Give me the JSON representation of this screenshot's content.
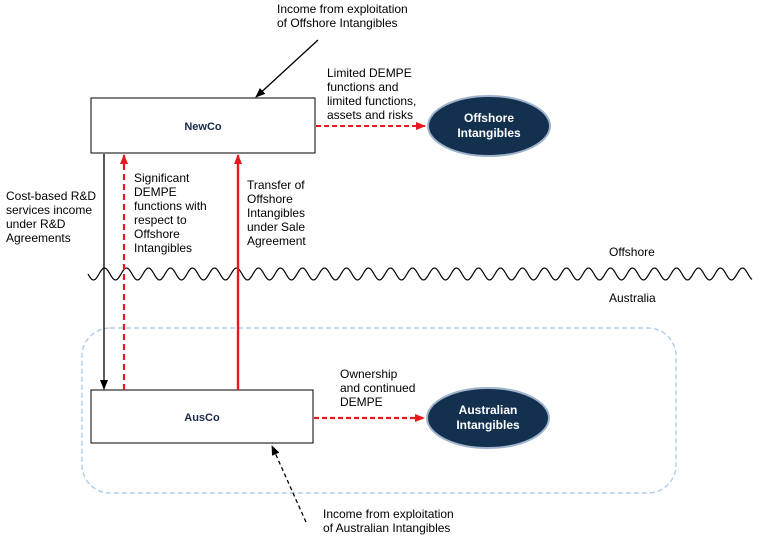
{
  "entities": {
    "newco": {
      "label": "NewCo"
    },
    "ausco": {
      "label": "AusCo"
    },
    "offshore_intangibles": {
      "lines": [
        "Offshore",
        "Intangibles"
      ]
    },
    "australian_intangibles": {
      "lines": [
        "Australian",
        "Intangibles"
      ]
    }
  },
  "annotations": {
    "income_offshore": [
      "Income from exploitation",
      "of Offshore Intangibles"
    ],
    "limited_dempe": [
      "Limited DEMPE",
      "functions and",
      "limited functions,",
      "assets and risks"
    ],
    "cost_based": [
      "Cost-based R&D",
      "services income",
      "under R&D",
      "Agreements"
    ],
    "significant_dempe": [
      "Significant",
      "DEMPE",
      "functions with",
      "respect to",
      "Offshore",
      "Intangibles"
    ],
    "transfer": [
      "Transfer of",
      "Offshore",
      "Intangibles",
      "under Sale",
      "Agreement"
    ],
    "ownership": [
      "Ownership",
      "and continued",
      "DEMPE"
    ],
    "income_australian": [
      "Income from exploitation",
      "of Australian Intangibles"
    ]
  },
  "regions": {
    "offshore": "Offshore",
    "australia": "Australia"
  },
  "colors": {
    "oval_fill": "#14304f",
    "red_arrow": "#e8191e",
    "boundary": "#a8c8e8",
    "box_title": "#1a2a4a"
  }
}
